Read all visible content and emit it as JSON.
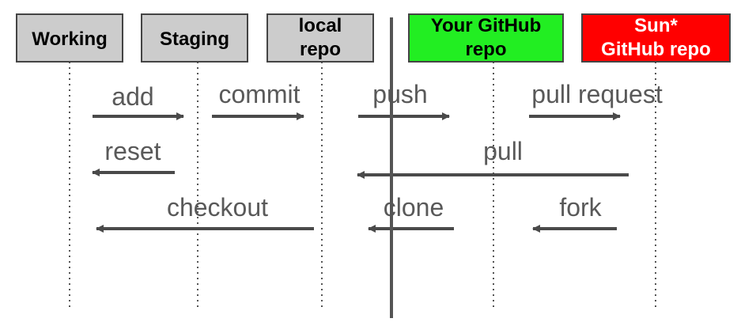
{
  "colors": {
    "box_gray": "#cccccc",
    "box_green": "#22ee22",
    "box_red": "#ff0000",
    "box_border": "#444444",
    "arrow": "#4a4a4a",
    "label_gray": "#595959",
    "lifeline": "#555555",
    "separator": "#555555"
  },
  "columns": [
    {
      "id": "working",
      "lines": [
        "Working"
      ],
      "fill": "box_gray",
      "text_color": "#000000"
    },
    {
      "id": "staging",
      "lines": [
        "Staging"
      ],
      "fill": "box_gray",
      "text_color": "#000000"
    },
    {
      "id": "local-repo",
      "lines": [
        "local",
        "repo"
      ],
      "fill": "box_gray",
      "text_color": "#000000"
    },
    {
      "id": "your-github-repo",
      "lines": [
        "Your GitHub",
        "repo"
      ],
      "fill": "box_green",
      "text_color": "#000000"
    },
    {
      "id": "sun-github-repo",
      "lines": [
        "Sun*",
        "GitHub repo"
      ],
      "fill": "box_red",
      "text_color": "#ffffff"
    }
  ],
  "operations": [
    {
      "id": "add",
      "label": "add"
    },
    {
      "id": "commit",
      "label": "commit"
    },
    {
      "id": "push",
      "label": "push"
    },
    {
      "id": "pull-request",
      "label": "pull request"
    },
    {
      "id": "reset",
      "label": "reset"
    },
    {
      "id": "pull",
      "label": "pull"
    },
    {
      "id": "checkout",
      "label": "checkout"
    },
    {
      "id": "clone",
      "label": "clone"
    },
    {
      "id": "fork",
      "label": "fork"
    }
  ]
}
